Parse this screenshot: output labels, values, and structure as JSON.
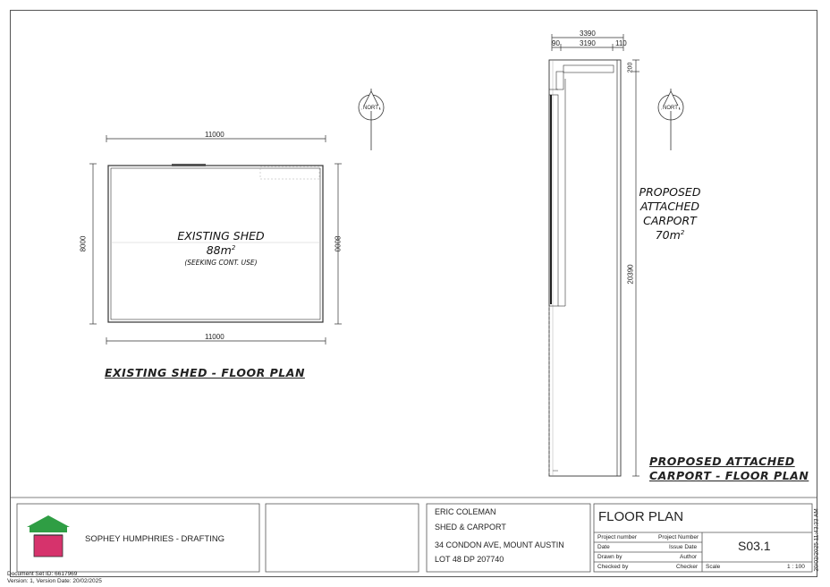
{
  "existing_shed": {
    "name": "EXISTING SHED",
    "area_value": "88m",
    "area_sup": "2",
    "note": "(SEEKING CONT. USE)",
    "dim_top": "11000",
    "dim_bottom": "11000",
    "dim_left": "8000",
    "dim_right": "8000",
    "plan_title": "EXISTING SHED - FLOOR PLAN"
  },
  "carport": {
    "label_line1": "PROPOSED",
    "label_line2": "ATTACHED",
    "label_line3": "CARPORT",
    "area_value": "70m",
    "area_sup": "2",
    "dim_total": "3390",
    "dim_left": "90",
    "dim_mid": "3190",
    "dim_right": "110",
    "dim_small": "200",
    "dim_length": "20390",
    "plan_title_line1": "PROPOSED ATTACHED",
    "plan_title_line2": "CARPORT - FLOOR PLAN"
  },
  "north_arrow_label": "NORT",
  "title_block": {
    "company": "SOPHEY HUMPHRIES - DRAFTING",
    "client": "ERIC COLEMAN",
    "project": "SHED & CARPORT",
    "address": "34 CONDON AVE, MOUNT AUSTIN",
    "lot": "LOT 48 DP 207740",
    "sheet_title": "FLOOR PLAN",
    "project_number_label": "Project number",
    "project_number_value": "Project Number",
    "date_label": "Date",
    "date_value": "Issue Date",
    "drawn_by_label": "Drawn by",
    "drawn_by_value": "Author",
    "checked_by_label": "Checked by",
    "checked_by_value": "Checker",
    "sheet_number": "S03.1",
    "scale_label": "Scale",
    "scale_value": "1 : 100"
  },
  "footer": {
    "doc_set": "Document Set ID: 6617969",
    "version": "Version: 1, Version Date: 20/02/2025",
    "timestamp": "20/02/2025 11:43:33 AM"
  },
  "colors": {
    "logo_roof": "#2f9e44",
    "logo_body": "#d6336c",
    "line": "#333333"
  }
}
